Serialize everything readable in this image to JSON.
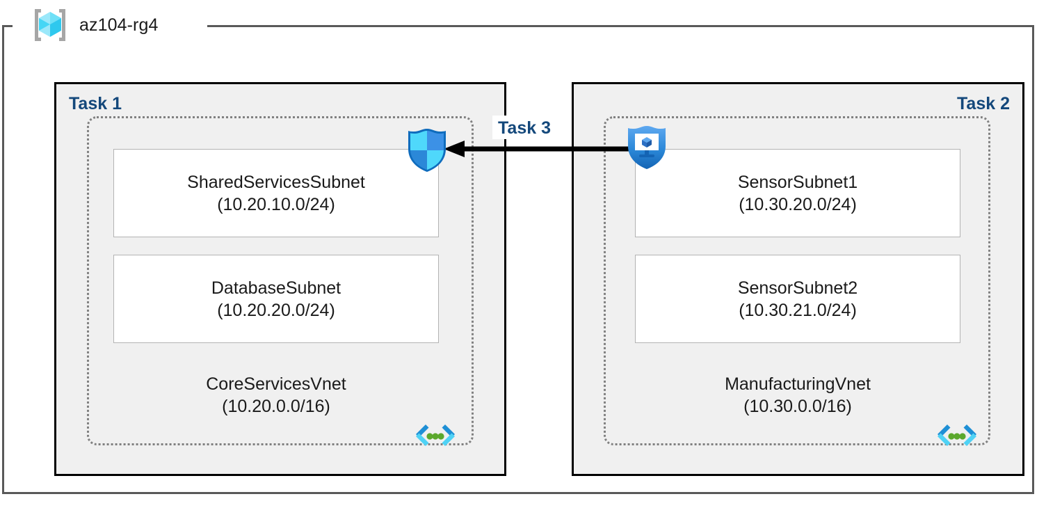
{
  "resource_group": {
    "title": "az104-rg4",
    "icon": "resource-group-cube-icon"
  },
  "tasks": [
    {
      "label": "Task 1",
      "align": "left",
      "vnet": {
        "name": "CoreServicesVnet",
        "cidr": "(10.20.0.0/16)",
        "icon": "vnet-chevron-dots-icon",
        "subnets": [
          {
            "name": "SharedServicesSubnet",
            "cidr": "(10.20.10.0/24)"
          },
          {
            "name": "DatabaseSubnet",
            "cidr": "(10.20.20.0/24)"
          }
        ],
        "badge_icon": "shield-quadrant-icon"
      }
    },
    {
      "label": "Task 2",
      "align": "right",
      "vnet": {
        "name": "ManufacturingVnet",
        "cidr": "(10.30.0.0/16)",
        "icon": "vnet-chevron-dots-icon",
        "subnets": [
          {
            "name": "SensorSubnet1",
            "cidr": "(10.30.20.0/24)"
          },
          {
            "name": "SensorSubnet2",
            "cidr": "(10.30.21.0/24)"
          }
        ],
        "badge_icon": "shield-vm-monitor-icon"
      }
    }
  ],
  "connection": {
    "label": "Task 3",
    "direction": "right-to-left",
    "arrow_icon": "left-arrow-icon"
  },
  "colors": {
    "task_label": "#14487B",
    "task_box_fill": "#F0F0F0",
    "task_box_border": "#000000",
    "vnet_border": "#808080",
    "subnet_border": "#B3B3B3",
    "subnet_fill": "#FFFFFF",
    "rg_frame_border": "#595959",
    "arrow": "#000000",
    "azure_blue": "#1E8FD5",
    "azure_cyan": "#4FD2F5",
    "vnet_dot_green": "#5BA82C",
    "shield_blue": "#0078D4"
  }
}
